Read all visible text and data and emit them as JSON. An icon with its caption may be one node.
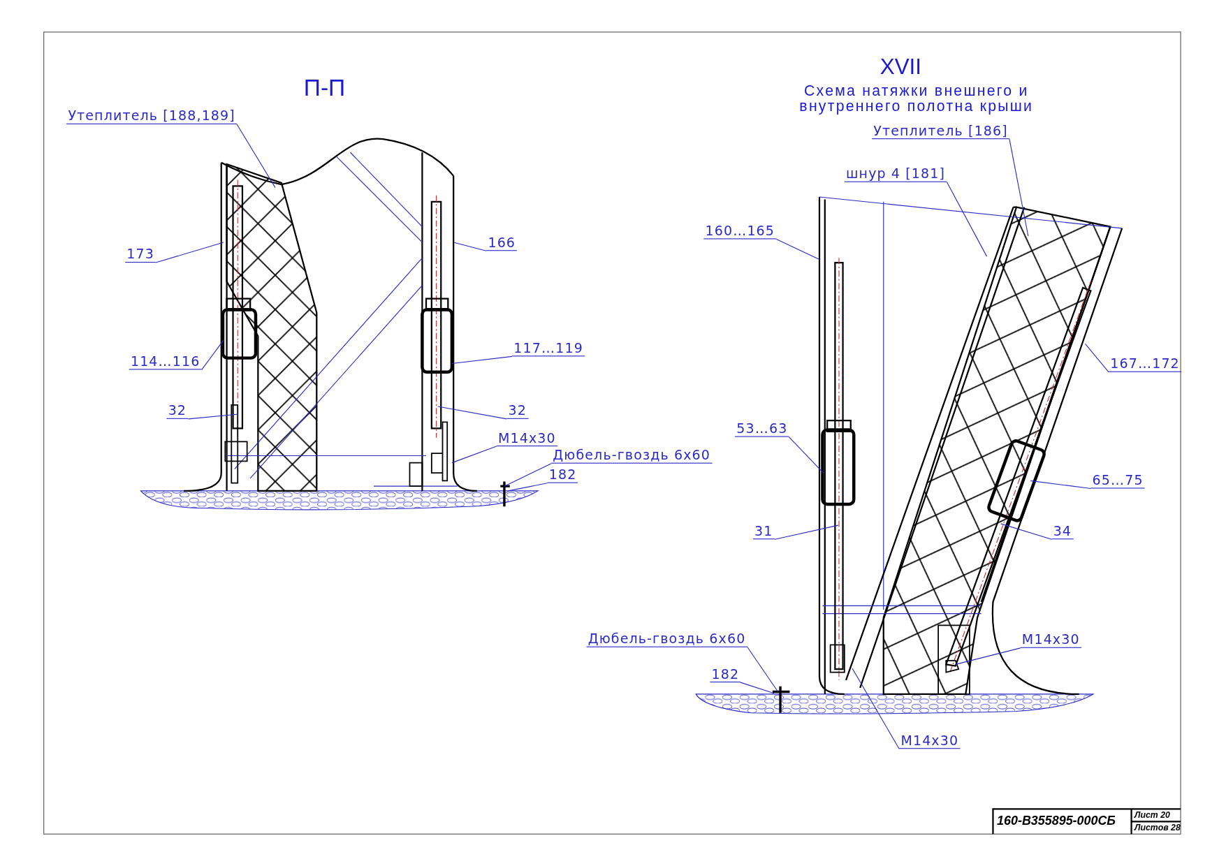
{
  "diagram": {
    "nodes": [
      {
        "text": [
          "Утеплитель [188,189]"
        ]
      },
      {
        "text": [
          "173"
        ]
      },
      {
        "text": [
          "114…116"
        ]
      },
      {
        "text": [
          "32"
        ]
      },
      {
        "text": [
          "166"
        ]
      },
      {
        "text": [
          "117…119"
        ]
      },
      {
        "text": [
          "32"
        ]
      },
      {
        "text": [
          "М14х30"
        ]
      },
      {
        "text": [
          "Дюбель-гвоздь 6х60"
        ]
      },
      {
        "text": [
          "182"
        ]
      },
      {
        "text": [
          "Утеплитель [186]"
        ]
      },
      {
        "text": [
          "шнур 4 [181]"
        ]
      },
      {
        "text": [
          "160…165"
        ]
      },
      {
        "text": [
          "167…172"
        ]
      },
      {
        "text": [
          "53…63"
        ]
      },
      {
        "text": [
          "65…75"
        ]
      },
      {
        "text": [
          "31"
        ]
      },
      {
        "text": [
          "34"
        ]
      },
      {
        "text": [
          "Дюбель-гвоздь 6х60"
        ]
      },
      {
        "text": [
          "М14х30"
        ]
      },
      {
        "text": [
          "182"
        ]
      },
      {
        "text": [
          "М14х30"
        ]
      }
    ],
    "edges": [
      {
        "from": 0,
        "to": null,
        "arrow": "none"
      },
      {
        "from": 1,
        "to": null,
        "arrow": "none"
      },
      {
        "from": 2,
        "to": null,
        "arrow": "none"
      },
      {
        "from": 3,
        "to": null,
        "arrow": "none"
      },
      {
        "from": 4,
        "to": null,
        "arrow": "none"
      },
      {
        "from": 5,
        "to": null,
        "arrow": "none"
      },
      {
        "from": 6,
        "to": null,
        "arrow": "none"
      },
      {
        "from": 7,
        "to": null,
        "arrow": "none"
      },
      {
        "from": 8,
        "to": null,
        "arrow": "none"
      },
      {
        "from": 9,
        "to": null,
        "arrow": "none"
      },
      {
        "from": 10,
        "to": null,
        "arrow": "none"
      },
      {
        "from": 11,
        "to": null,
        "arrow": "none"
      },
      {
        "from": 12,
        "to": null,
        "arrow": "none"
      },
      {
        "from": 13,
        "to": null,
        "arrow": "none"
      },
      {
        "from": 14,
        "to": null,
        "arrow": "none"
      },
      {
        "from": 15,
        "to": null,
        "arrow": "none"
      },
      {
        "from": 16,
        "to": null,
        "arrow": "none"
      },
      {
        "from": 17,
        "to": null,
        "arrow": "none"
      },
      {
        "from": 18,
        "to": null,
        "arrow": "none"
      },
      {
        "from": 19,
        "to": null,
        "arrow": "none"
      },
      {
        "from": 20,
        "to": null,
        "arrow": "none"
      },
      {
        "from": 21,
        "to": null,
        "arrow": "none"
      }
    ],
    "labels": [
      "П-П",
      "XVII",
      "Схема натяжки внешнего и внутреннего полотна крыши",
      "160-В355895-000СБ",
      "Лист 20",
      "Листов 28"
    ]
  }
}
